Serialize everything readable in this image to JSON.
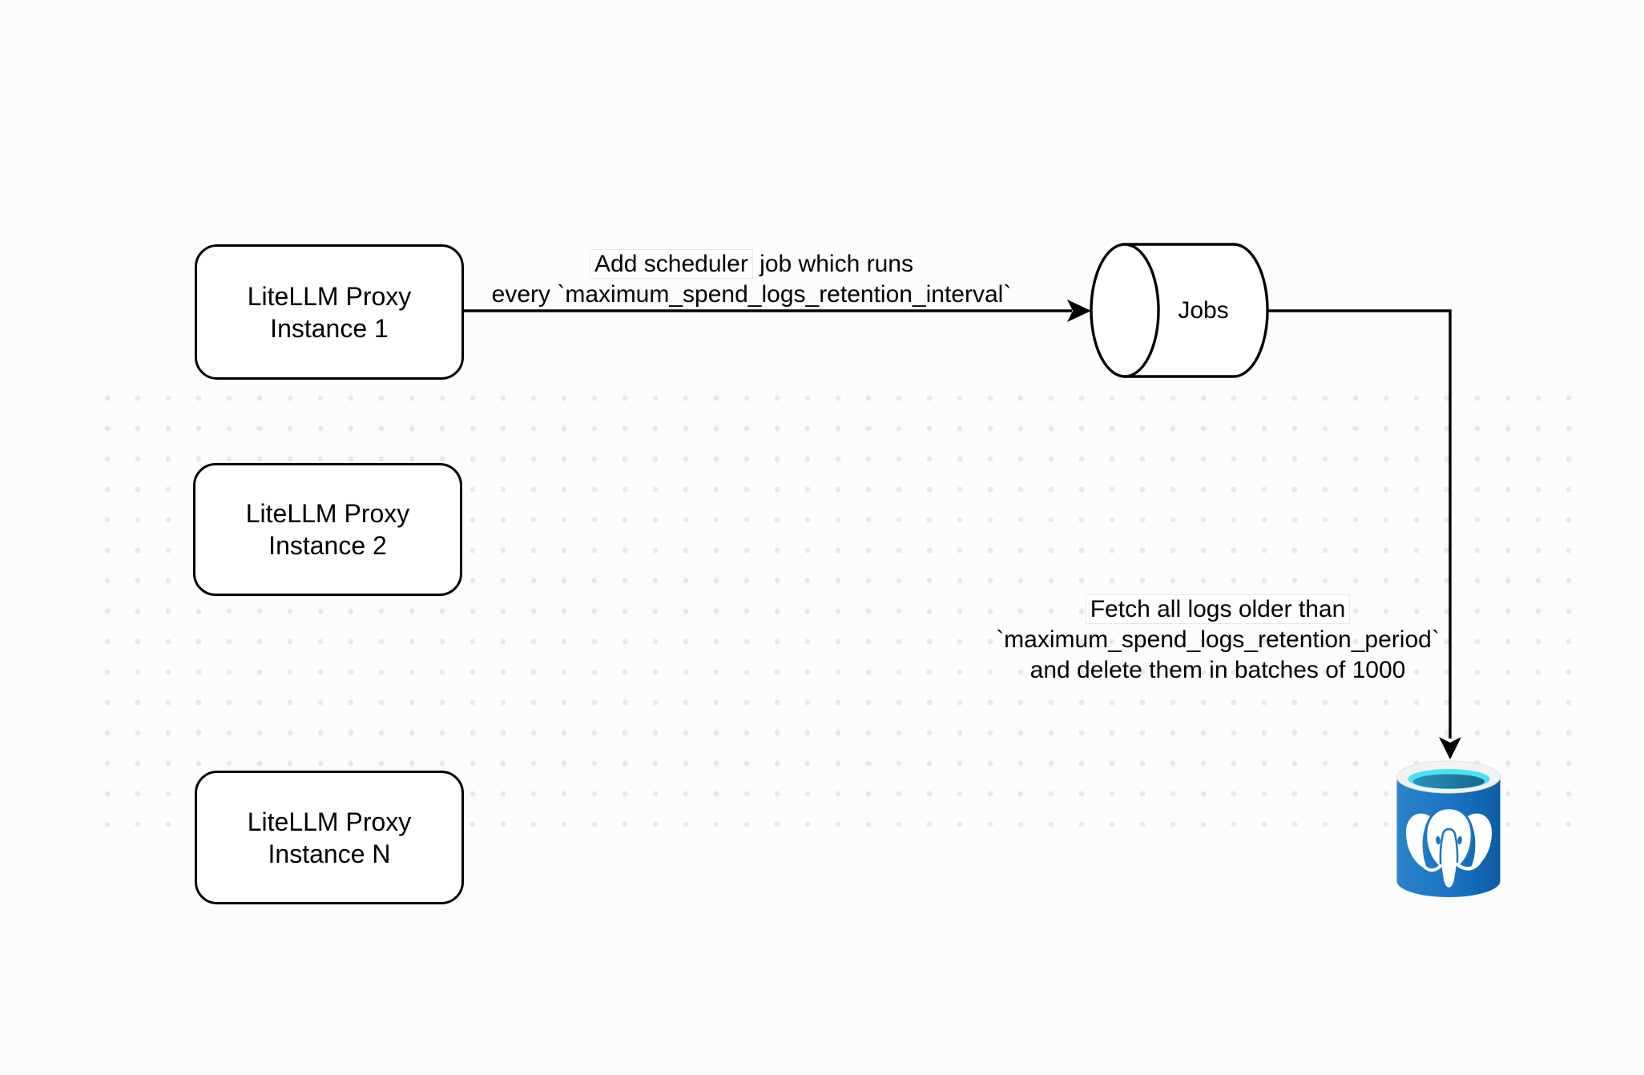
{
  "diagram": {
    "title": "LiteLLM spend logs cleanup scheduler diagram",
    "nodes": {
      "proxies": [
        {
          "line1": "LiteLLM Proxy",
          "line2": "Instance 1"
        },
        {
          "line1": "LiteLLM Proxy",
          "line2": "Instance 2"
        },
        {
          "line1": "LiteLLM Proxy",
          "line2": "Instance N"
        }
      ],
      "jobs": {
        "label": "Jobs"
      },
      "database": {
        "icon": "postgresql-database-icon"
      }
    },
    "edges": {
      "scheduler": {
        "line1_highlight": "Add scheduler",
        "line1_rest": " job which runs",
        "line2": "every `maximum_spend_logs_retention_interval`"
      },
      "fetch": {
        "line1": "Fetch all logs older than",
        "line2": "`maximum_spend_logs_retention_period`",
        "line3": "and delete them in batches of 1000"
      }
    },
    "colors": {
      "background": "#FCFCFC",
      "grid_dot": "#E7E7E7",
      "stroke": "#000000",
      "node_fill": "#FFFFFF",
      "postgres_body_blue": "#1B74C5",
      "postgres_ring": "#F2F2F2",
      "postgres_cyan": "#4CE0F7",
      "postgres_pool": "#1F7FA9",
      "elephant": "#FFFFFF"
    }
  }
}
